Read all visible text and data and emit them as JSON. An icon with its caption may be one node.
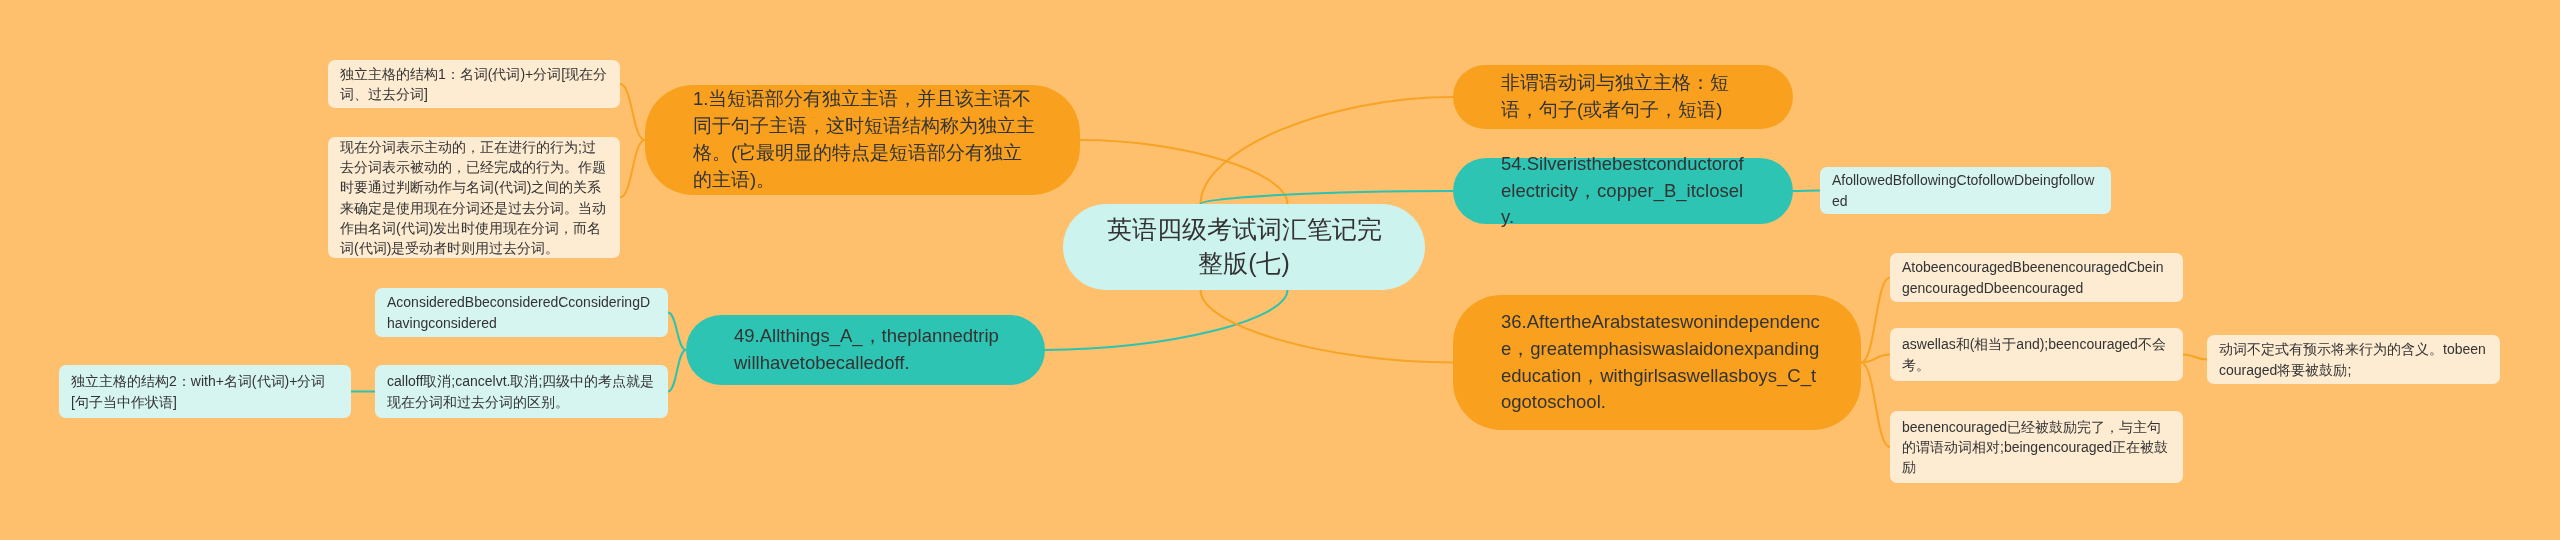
{
  "diagram": {
    "nodes": [
      {
        "text": [
          "英语四级考试词汇笔记完整版(七)"
        ]
      },
      {
        "text": [
          "1.当短语部分有独立主语，并且该主语不同于句子主语，这时短语结构称为独立主格。(它最明显的特点是短语部分有独立的主语)。"
        ]
      },
      {
        "text": [
          "独立主格的结构1：名词(代词)+分词[现在分词、过去分词]"
        ]
      },
      {
        "text": [
          "现在分词表示主动的，正在进行的行为;过去分词表示被动的，已经完成的行为。作题时要通过判断动作与名词(代词)之间的关系来确定是使用现在分词还是过去分词。当动作由名词(代词)发出时使用现在分词，而名词(代词)是受动者时则用过去分词。"
        ]
      },
      {
        "text": [
          "49.Allthings_A_，theplannedtripwillhavetobecalledoff."
        ]
      },
      {
        "text": [
          "AconsideredBbeconsideredCconsideringDhavingconsidered"
        ]
      },
      {
        "text": [
          "calloff取消;cancelvt.取消;四级中的考点就是现在分词和过去分词的区别。"
        ]
      },
      {
        "text": [
          "独立主格的结构2：with+名词(代词)+分词[句子当中作状语]"
        ]
      },
      {
        "text": [
          "非谓语动词与独立主格：短语，句子(或者句子，短语)"
        ]
      },
      {
        "text": [
          "54.Silveristhebestconductorofelectricity，copper_B_itclosely."
        ]
      },
      {
        "text": [
          "AfollowedBfollowingCtofollowDbeingfollowed"
        ]
      },
      {
        "text": [
          "36.AftertheArabstateswonindependence，greatemphasiswaslaidonexpandingeducation，withgirlsaswellasboys_C_togotoschool."
        ]
      },
      {
        "text": [
          "AtobeencouragedBbeenencouragedCbeingencouragedDbeencouraged"
        ]
      },
      {
        "text": [
          "aswellas和(相当于and);beencouraged不会考。"
        ]
      },
      {
        "text": [
          "beenencouraged已经被鼓励完了，与主句的谓语动词相对;beingencouraged正在被鼓励"
        ]
      },
      {
        "text": [
          "动词不定式有预示将来行为的含义。tobeencouraged将要被鼓励;"
        ]
      }
    ],
    "edges": [
      {
        "from": 0,
        "to": 1,
        "arrow": "none"
      },
      {
        "from": 1,
        "to": 2,
        "arrow": "none"
      },
      {
        "from": 1,
        "to": 3,
        "arrow": "none"
      },
      {
        "from": 0,
        "to": 4,
        "arrow": "none",
        "color": "#2cc3b1"
      },
      {
        "from": 4,
        "to": 5,
        "arrow": "none",
        "color": "#2cc3b1"
      },
      {
        "from": 4,
        "to": 6,
        "arrow": "none",
        "color": "#2cc3b1"
      },
      {
        "from": 6,
        "to": 7,
        "arrow": "none",
        "color": "#2cc3b1"
      },
      {
        "from": 0,
        "to": 8,
        "arrow": "none"
      },
      {
        "from": 0,
        "to": 9,
        "arrow": "none",
        "color": "#2cc3b1"
      },
      {
        "from": 9,
        "to": 10,
        "arrow": "none",
        "color": "#2cc3b1"
      },
      {
        "from": 0,
        "to": 11,
        "arrow": "none"
      },
      {
        "from": 11,
        "to": 12,
        "arrow": "none"
      },
      {
        "from": 11,
        "to": 13,
        "arrow": "none"
      },
      {
        "from": 11,
        "to": 14,
        "arrow": "none"
      },
      {
        "from": 13,
        "to": 15,
        "arrow": "none"
      }
    ]
  }
}
